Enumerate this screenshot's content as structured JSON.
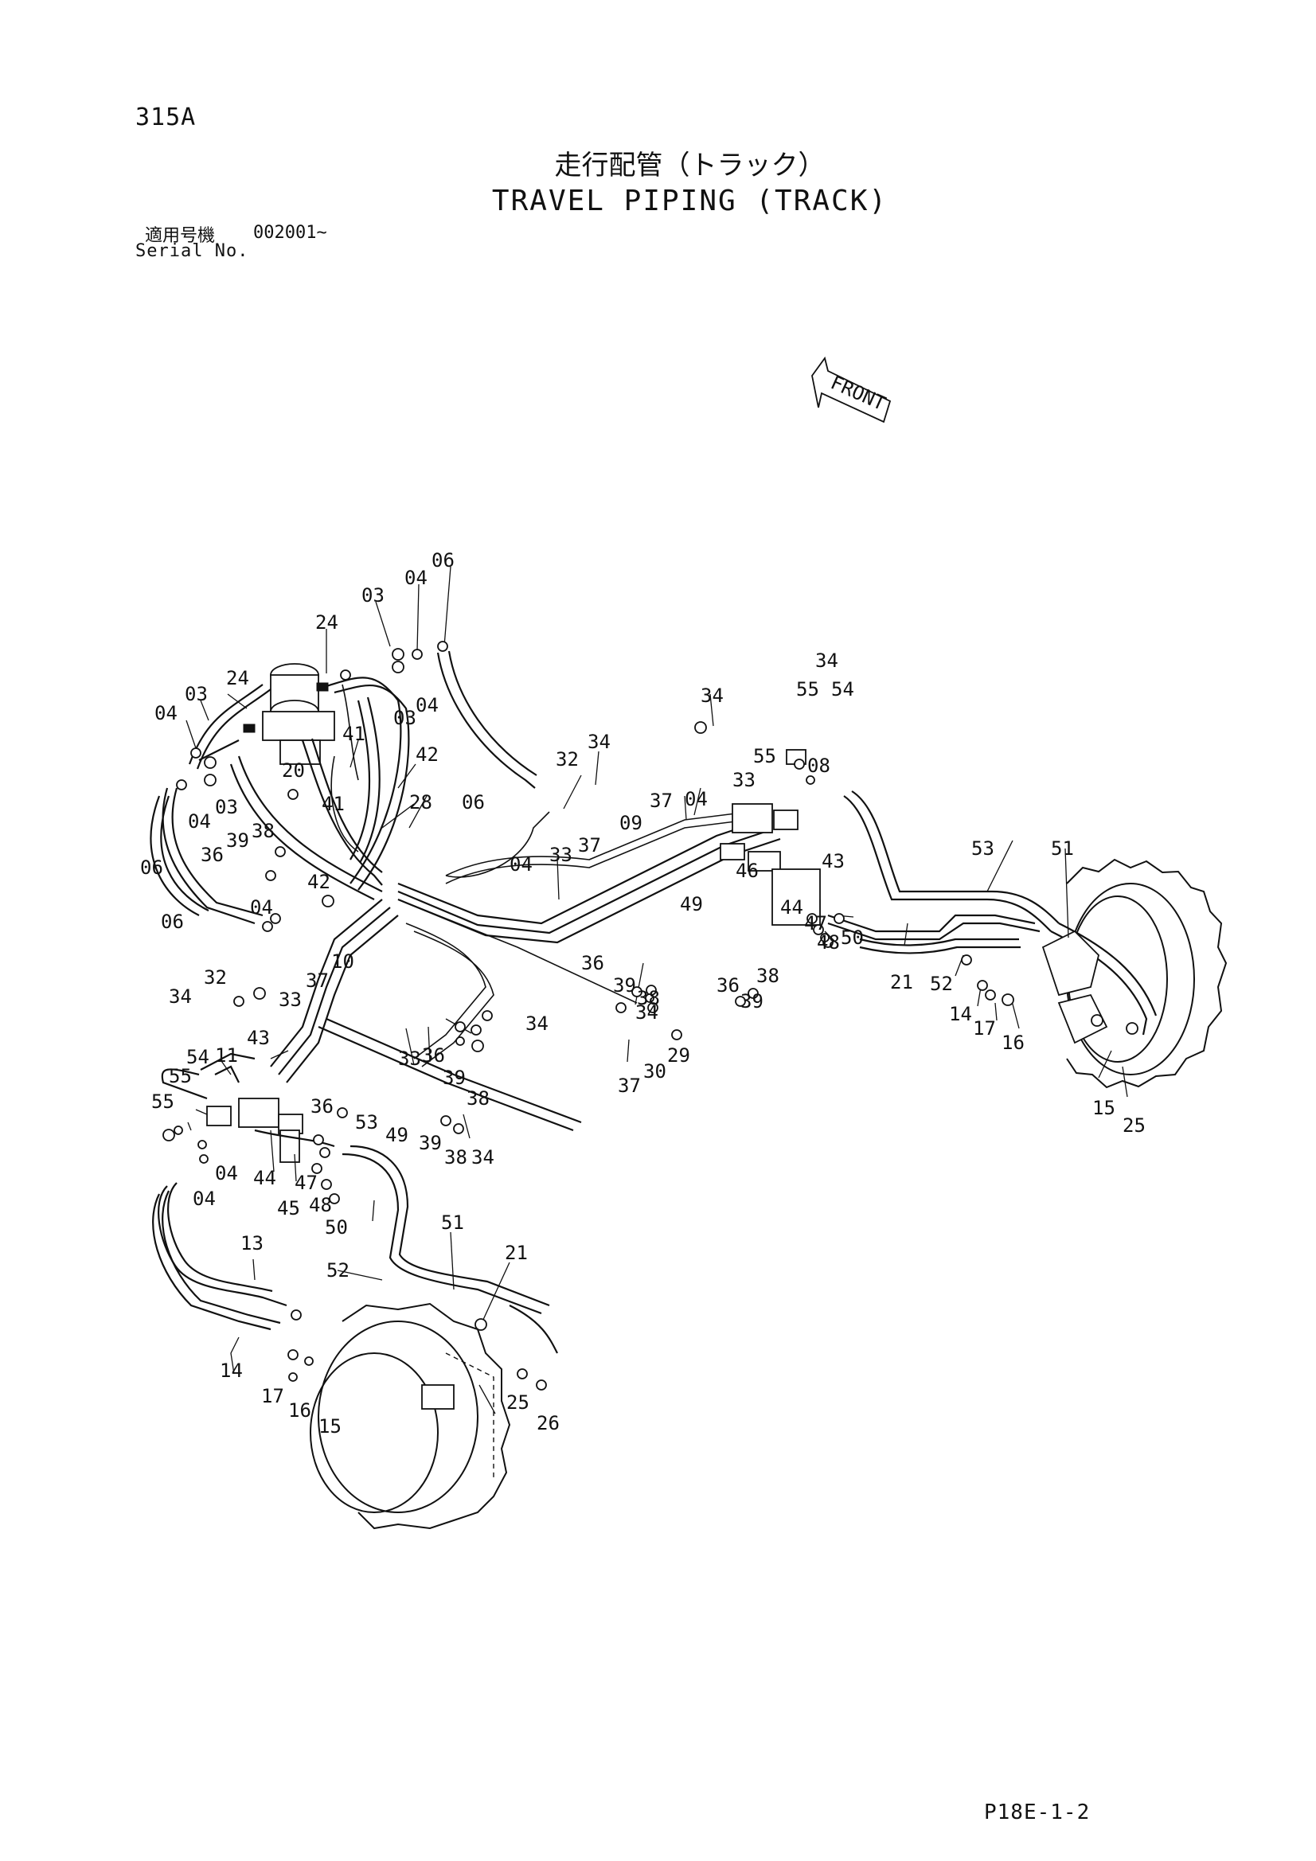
{
  "header": {
    "page_no": "315A",
    "title_jp": "走行配管（トラック）",
    "title_en": "TRAVEL PIPING (TRACK)",
    "serial_label_jp": "適用号機",
    "serial_value": "002001~",
    "serial_label_en": "Serial No."
  },
  "front_arrow": {
    "label": "FRONT"
  },
  "callouts": [
    "06",
    "04",
    "03",
    "24",
    "24",
    "03",
    "04",
    "03",
    "04",
    "03",
    "20",
    "41",
    "42",
    "41",
    "04",
    "06",
    "28",
    "39",
    "38",
    "36",
    "42",
    "06",
    "06",
    "04",
    "32",
    "34",
    "10",
    "37",
    "33",
    "34",
    "43",
    "11",
    "54",
    "55",
    "55",
    "04",
    "04",
    "44",
    "45",
    "47",
    "48",
    "50",
    "36",
    "53",
    "49",
    "13",
    "14",
    "17",
    "16",
    "15",
    "52",
    "51",
    "21",
    "25",
    "26",
    "39",
    "38",
    "34",
    "33",
    "36",
    "39",
    "38",
    "34",
    "30",
    "29",
    "37",
    "32",
    "34",
    "04",
    "33",
    "37",
    "09",
    "36",
    "39",
    "38",
    "34",
    "34",
    "55",
    "54",
    "55",
    "08",
    "04",
    "37",
    "33",
    "43",
    "46",
    "44",
    "47",
    "48",
    "50",
    "49",
    "36",
    "39",
    "38",
    "53",
    "51",
    "21",
    "52",
    "14",
    "17",
    "16",
    "15",
    "25",
    "26"
  ],
  "footer": {
    "ref_code": "P18E-1-2"
  }
}
